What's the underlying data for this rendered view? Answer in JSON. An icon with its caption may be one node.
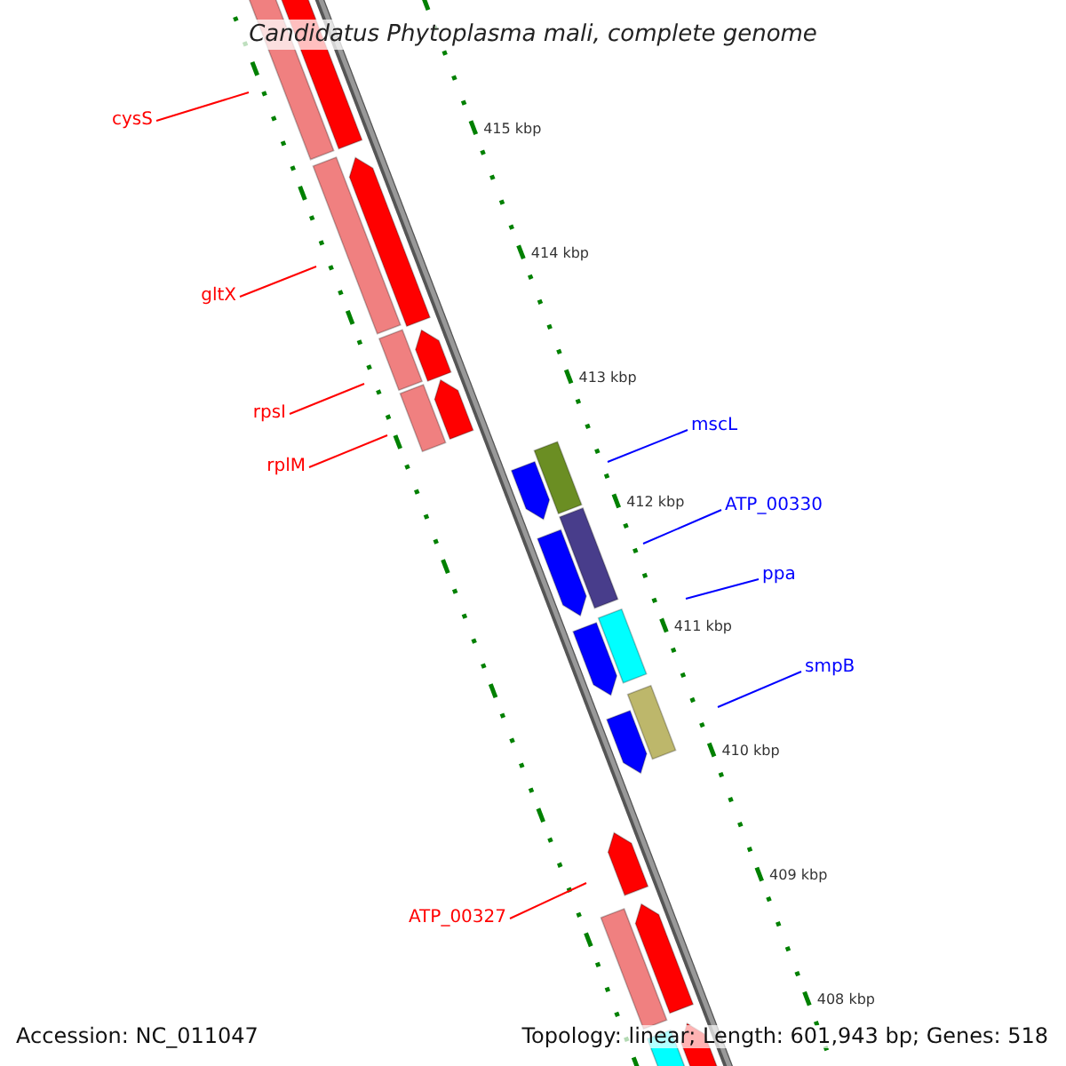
{
  "diagram": {
    "title": "Candidatus Phytoplasma mali, complete genome",
    "nodes": [
      {
        "text": [
          "cysS"
        ]
      },
      {
        "text": [
          "gltX"
        ]
      },
      {
        "text": [
          "rpsI"
        ]
      },
      {
        "text": [
          "rplM"
        ]
      },
      {
        "text": [
          "mscL"
        ]
      },
      {
        "text": [
          "ATP_00330"
        ]
      },
      {
        "text": [
          "ppa"
        ]
      },
      {
        "text": [
          "smpB"
        ]
      },
      {
        "text": [
          "ATP_00327"
        ]
      }
    ],
    "edges": [
      {
        "from": 0,
        "to": null,
        "arrow": "none"
      },
      {
        "from": 1,
        "to": null,
        "arrow": "none"
      },
      {
        "from": 2,
        "to": null,
        "arrow": "none"
      },
      {
        "from": 3,
        "to": null,
        "arrow": "none"
      },
      {
        "from": 4,
        "to": null,
        "arrow": "none",
        "color": "#0000ff"
      },
      {
        "from": 5,
        "to": null,
        "arrow": "none",
        "color": "#0000ff"
      },
      {
        "from": 6,
        "to": null,
        "arrow": "none",
        "color": "#0000ff"
      },
      {
        "from": 7,
        "to": null,
        "arrow": "none",
        "color": "#0000ff"
      },
      {
        "from": 8,
        "to": null,
        "arrow": "none"
      }
    ],
    "labels": [
      "415 kbp",
      "414 kbp",
      "413 kbp",
      "412 kbp",
      "411 kbp",
      "410 kbp",
      "409 kbp",
      "408 kbp",
      "Accession: NC_011047",
      "Topology: linear; Length: 601,943 bp; Genes: 518"
    ]
  }
}
